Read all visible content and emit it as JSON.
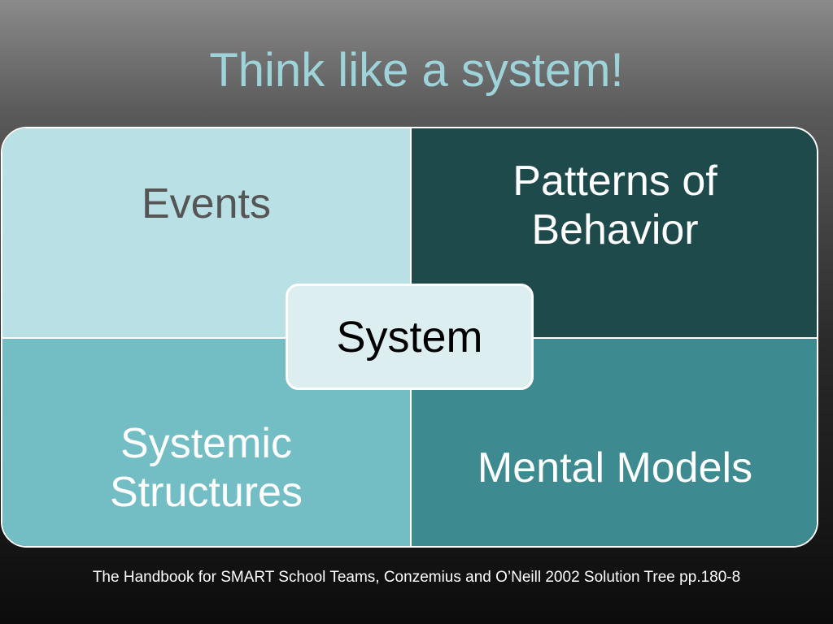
{
  "slide": {
    "title": "Think like a system!",
    "citation": "The Handbook for SMART School Teams, Conzemius and O’Neill 2002 Solution Tree pp.180-8"
  },
  "diagram": {
    "center": "System",
    "quadrants": {
      "top_left": "Events",
      "top_right": "Patterns of\nBehavior",
      "bottom_left": "Systemic\nStructures",
      "bottom_right": "Mental Models"
    },
    "colors": {
      "title": "#9fd3da",
      "top_left": "#b9e0e4",
      "top_right": "#1e4a4b",
      "bottom_left": "#72bec4",
      "bottom_right": "#3e8a91",
      "center": "#dceef0"
    }
  }
}
